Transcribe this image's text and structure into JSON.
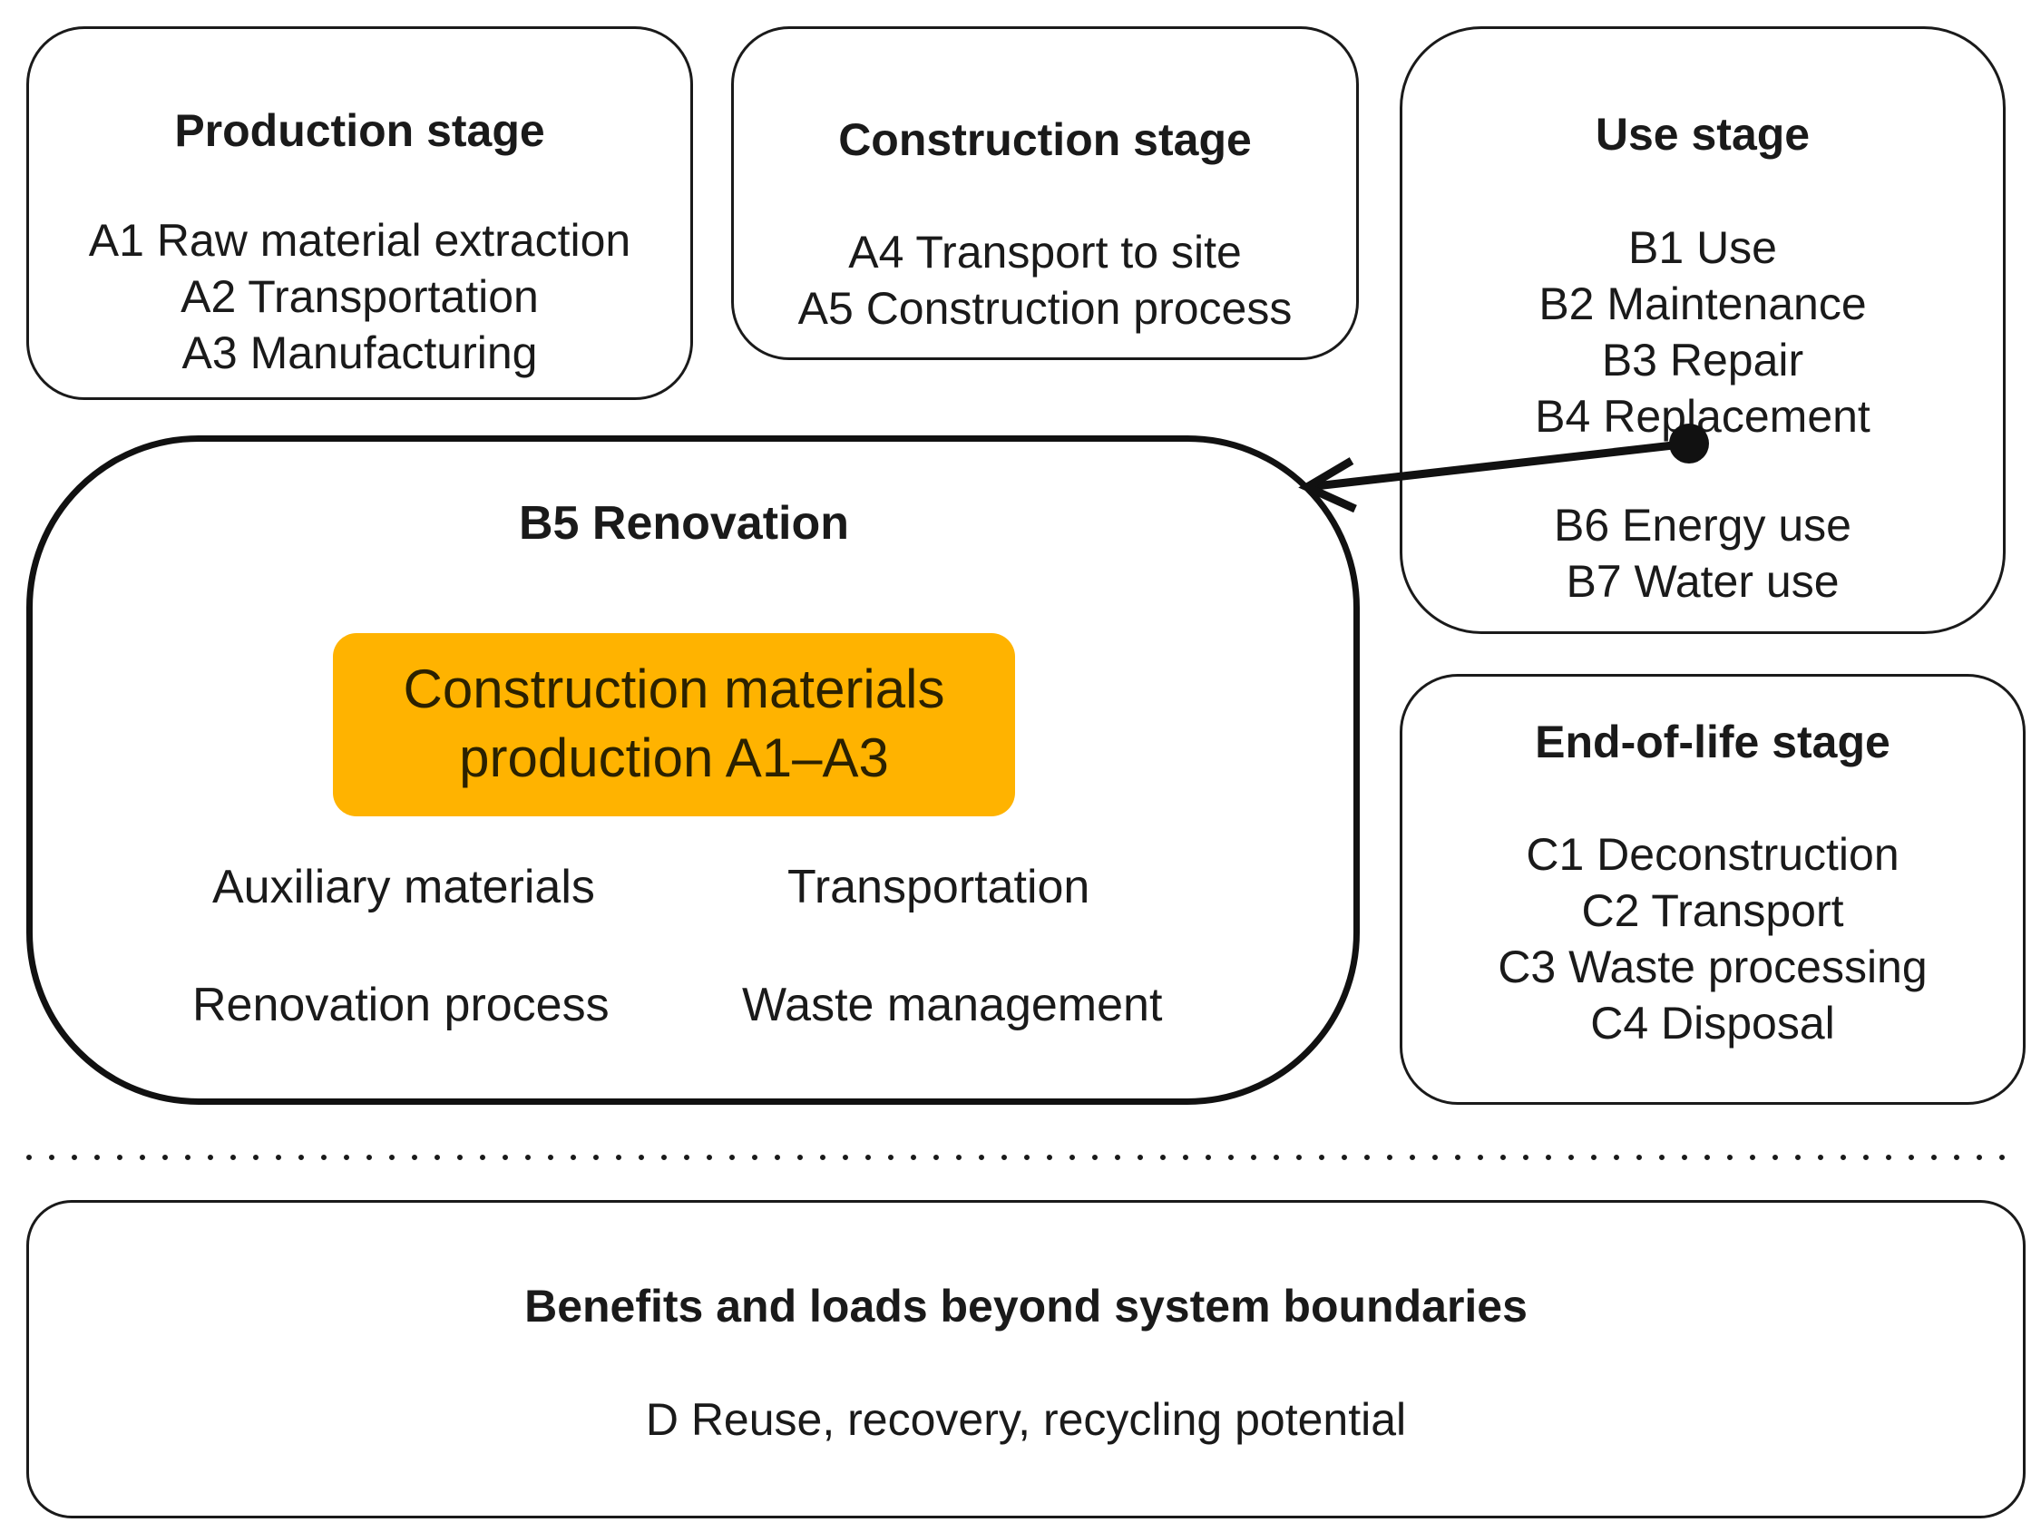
{
  "production": {
    "title": "Production stage",
    "items": [
      "A1 Raw material extraction",
      "A2 Transportation",
      "A3 Manufacturing"
    ]
  },
  "construction": {
    "title": "Construction stage",
    "items": [
      "A4 Transport to site",
      "A5 Construction process"
    ]
  },
  "use": {
    "title": "Use stage",
    "items_upper": [
      "B1 Use",
      "B2 Maintenance",
      "B3 Repair",
      "B4 Replacement"
    ],
    "items_lower": [
      "B6 Energy use",
      "B7 Water use"
    ]
  },
  "renovation": {
    "title": "B5 Renovation",
    "highlight": [
      "Construction materials",
      "production A1–A3"
    ],
    "items": {
      "auxiliary": "Auxiliary materials",
      "transportation": "Transportation",
      "process": "Renovation process",
      "waste": "Waste management"
    },
    "highlight_color": "#FFB300"
  },
  "end_of_life": {
    "title": "End-of-life stage",
    "items": [
      "C1 Deconstruction",
      "C2 Transport",
      "C3 Waste processing",
      "C4 Disposal"
    ]
  },
  "benefits": {
    "title": "Benefits and loads beyond system boundaries",
    "items": [
      "D Reuse, recovery, recycling potential"
    ]
  }
}
